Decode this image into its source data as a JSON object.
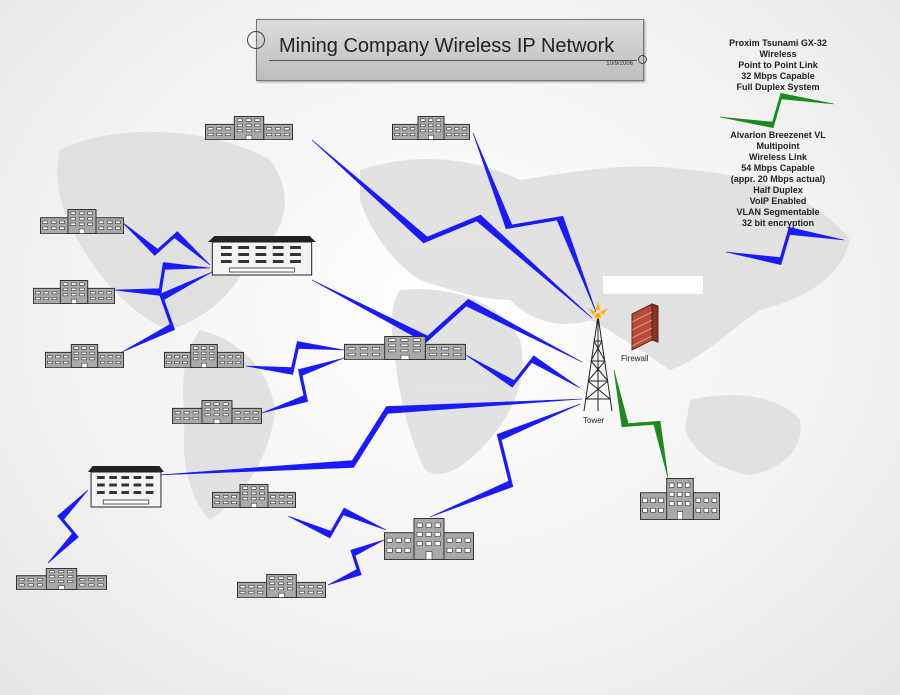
{
  "title": {
    "text": "Mining Company Wireless IP Network",
    "date": "10/9/2006"
  },
  "legend": {
    "green_link": [
      "Proxim Tsunami GX-32",
      "Wireless",
      "Point to Point Link",
      "32 Mbps Capable",
      "Full Duplex System"
    ],
    "blue_link": [
      "Alvarion Breezenet VL",
      "Multipoint",
      "Wireless Link",
      "54 Mbps Capable",
      "(appr. 20 Mbps actual)",
      "Half Duplex",
      "VoIP Enabled",
      "VLAN Segmentable",
      "32 bit encryption"
    ]
  },
  "labels": {
    "tower": "Tower",
    "firewall": "Firewall"
  },
  "colors": {
    "blue_link": "#1a1aff",
    "green_link": "#1d8a1d",
    "building_fill": "#a9a9a9",
    "building_stroke": "#333333",
    "tower_top": "#ffb400",
    "firewall": "#b84a3a"
  },
  "icons": [
    "building-icon",
    "data-center-icon",
    "tower-icon",
    "firewall-icon",
    "lightning-link-icon"
  ]
}
